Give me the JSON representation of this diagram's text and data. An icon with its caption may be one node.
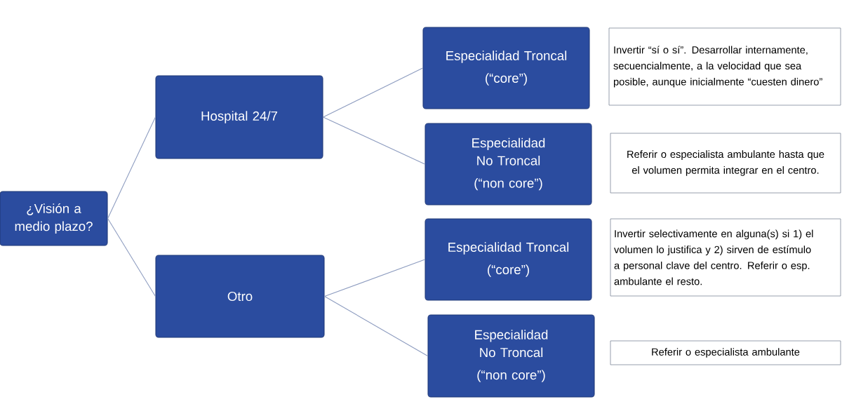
{
  "diagram": {
    "nodes": [
      {
        "text": [
          "¿Visión a medio plazo?"
        ]
      },
      {
        "text": [
          "Hospital 24/7"
        ]
      },
      {
        "text": [
          "Especialidad Troncal",
          "(“core”)"
        ]
      },
      {
        "text": [
          "Invertir “sí o sí”. Desarrollar internamente, secuencialmente, a la velocidad que sea posible, aunque inicialmente “cuesten dinero”"
        ]
      },
      {
        "text": [
          "Especialidad No Troncal",
          "(“non core”)"
        ]
      },
      {
        "text": [
          "Referir o especialista ambulante hasta que el volumen permita integrar en el centro."
        ]
      },
      {
        "text": [
          "Otro"
        ]
      },
      {
        "text": [
          "Especialidad Troncal",
          "(“core”)"
        ]
      },
      {
        "text": [
          "Invertir selectivamente en alguna(s) si 1) el volumen lo justifica y 2) sirven de estímulo a personal clave del centro. Referir o esp. ambulante el resto."
        ]
      },
      {
        "text": [
          "Especialidad No Troncal",
          "(“non core”)"
        ]
      },
      {
        "text": [
          "Referir o especialista ambulante"
        ]
      }
    ],
    "edges": [
      {
        "from": 0,
        "to": 1,
        "arrow": "none"
      },
      {
        "from": 0,
        "to": 6,
        "arrow": "none"
      },
      {
        "from": 1,
        "to": 2,
        "arrow": "none"
      },
      {
        "from": 1,
        "to": 4,
        "arrow": "none"
      },
      {
        "from": 6,
        "to": 7,
        "arrow": "none"
      },
      {
        "from": 6,
        "to": 9,
        "arrow": "none"
      }
    ]
  }
}
